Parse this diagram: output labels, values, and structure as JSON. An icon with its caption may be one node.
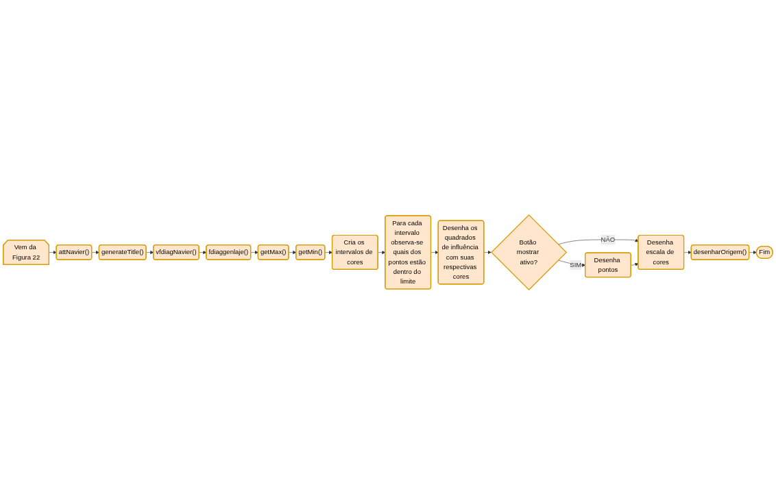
{
  "diagram": {
    "nodes": [
      {
        "text": [
          "Vem da Figura 22"
        ]
      },
      {
        "text": [
          "attNavier()"
        ]
      },
      {
        "text": [
          "generateTitle()"
        ]
      },
      {
        "text": [
          "vfdiagNavier()"
        ]
      },
      {
        "text": [
          "fdiaggenlaje()"
        ]
      },
      {
        "text": [
          "getMax()"
        ]
      },
      {
        "text": [
          "getMin()"
        ]
      },
      {
        "text": [
          "Cria os intervalos de cores"
        ]
      },
      {
        "text": [
          "Para cada intervalo observa-se quais dos pontos estão dentro do limite"
        ]
      },
      {
        "text": [
          "Desenha os quadrados de influência com suas respectivas cores"
        ]
      },
      {
        "text": [
          "Botão mostrar ativo?"
        ]
      },
      {
        "text": [
          "Desenha pontos"
        ]
      },
      {
        "text": [
          "Desenha escala de cores"
        ]
      },
      {
        "text": [
          "desenharOrigem()"
        ]
      },
      {
        "text": [
          "Fim"
        ]
      }
    ],
    "edges": [
      {
        "from": 0,
        "to": 1,
        "arrow": "to"
      },
      {
        "from": 1,
        "to": 2,
        "arrow": "to"
      },
      {
        "from": 2,
        "to": 3,
        "arrow": "to"
      },
      {
        "from": 3,
        "to": 4,
        "arrow": "to"
      },
      {
        "from": 4,
        "to": 5,
        "arrow": "to"
      },
      {
        "from": 5,
        "to": 6,
        "arrow": "to"
      },
      {
        "from": 6,
        "to": 7,
        "arrow": "to"
      },
      {
        "from": 7,
        "to": 8,
        "arrow": "to"
      },
      {
        "from": 8,
        "to": 9,
        "arrow": "to"
      },
      {
        "from": 9,
        "to": 10,
        "arrow": "to"
      },
      {
        "from": 10,
        "to": 11,
        "label": "SIM",
        "arrow": "to"
      },
      {
        "from": 10,
        "to": 12,
        "label": "NÃO",
        "arrow": "to"
      },
      {
        "from": 11,
        "to": 12,
        "arrow": "to"
      },
      {
        "from": 12,
        "to": 13,
        "arrow": "to"
      },
      {
        "from": 13,
        "to": 14,
        "arrow": "to"
      }
    ]
  }
}
